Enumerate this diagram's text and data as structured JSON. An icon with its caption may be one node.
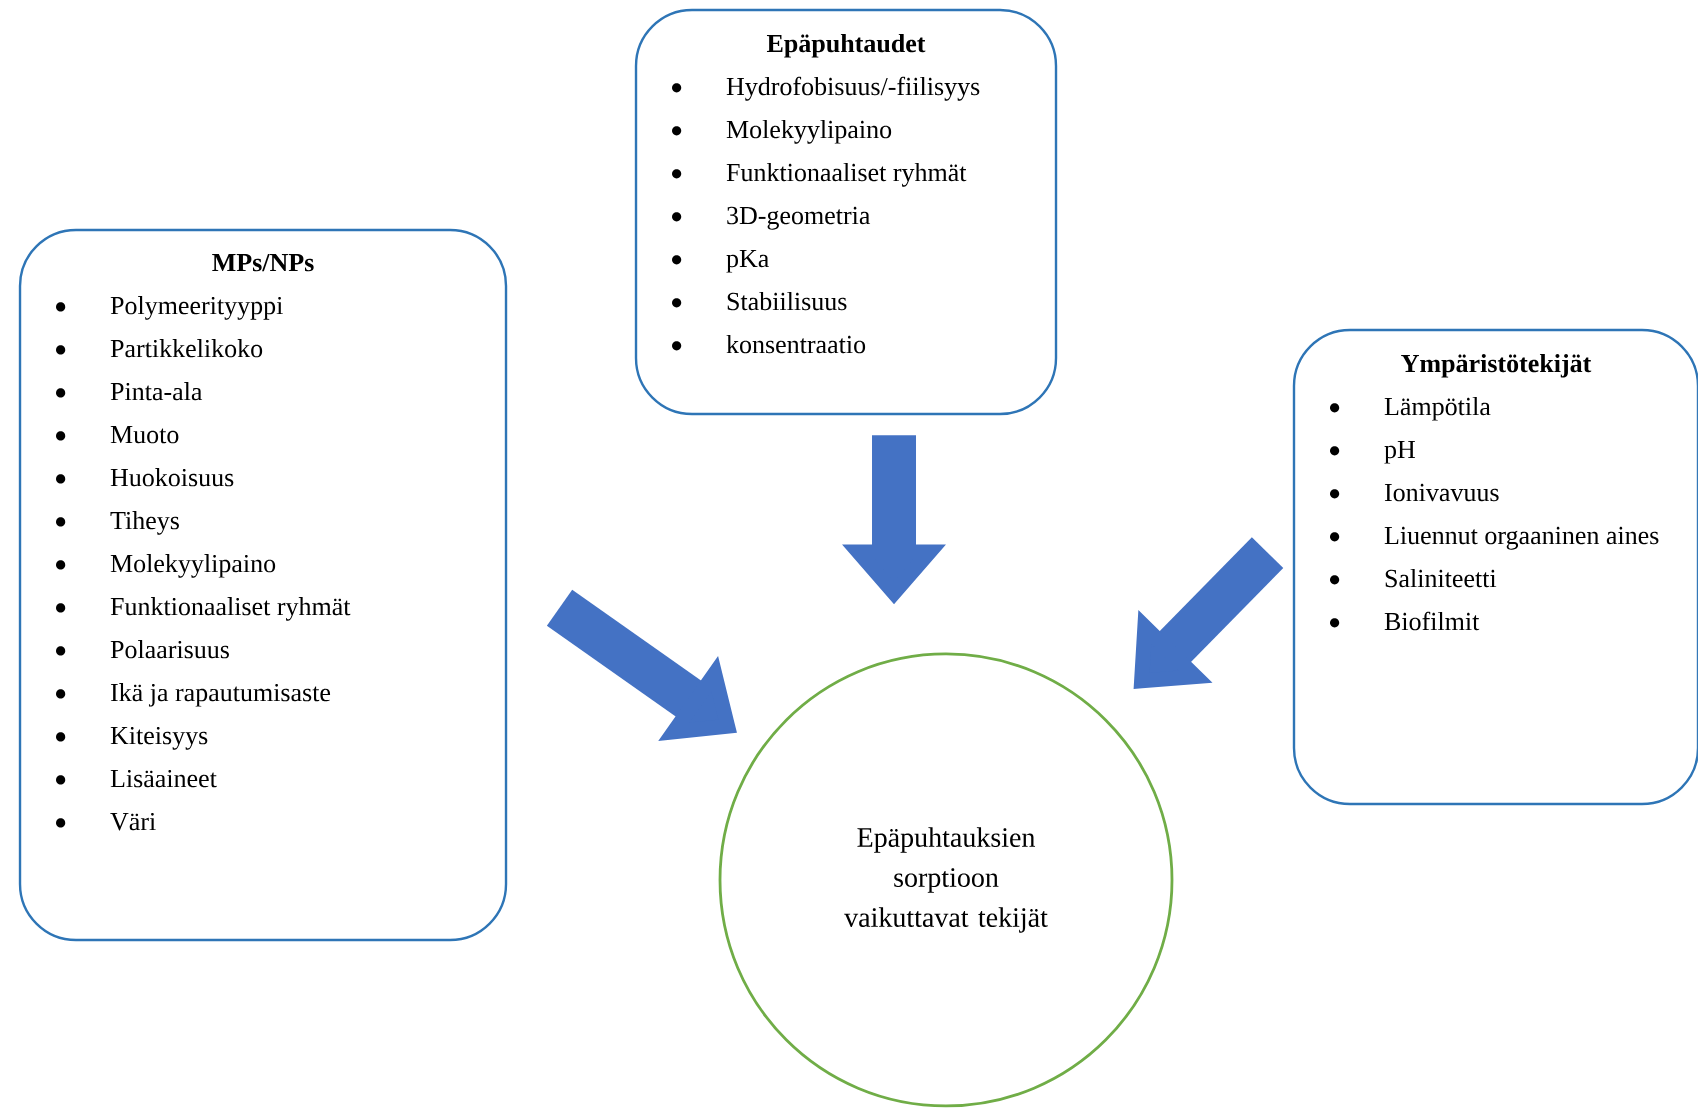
{
  "diagram": {
    "nodes": [
      {
        "text": [
          "MPs/NPs",
          "Polymeerityyppi",
          "Partikkelikoko",
          "Pinta-ala",
          "Muoto",
          "Huokoisuus",
          "Tiheys",
          "Molekyylipaino",
          "Funktionaaliset ryhmät",
          "Polaarisuus",
          "Ikä ja rapautumisaste",
          "Kiteisyys",
          "Lisäaineet",
          "Väri"
        ]
      },
      {
        "text": [
          "Epäpuhtaudet",
          "Hydrofobisuus/-fiilisyys",
          "Molekyylipaino",
          "Funktionaaliset ryhmät",
          "3D-geometria",
          "pKa",
          "Stabiilisuus",
          "konsentraatio"
        ]
      },
      {
        "text": [
          "Ympäristötekijät",
          "Lämpötila",
          "pH",
          "Ionivavuus",
          "Liuennut orgaaninen aines",
          "Saliniteetti",
          "Biofilmit"
        ]
      },
      {
        "text": [
          "Epäpuhtauksien sorptioon vaikuttavat tekijät"
        ]
      }
    ],
    "edges": [
      {
        "from": 0,
        "to": 3,
        "arrow": "to"
      },
      {
        "from": 1,
        "to": 3,
        "arrow": "to"
      },
      {
        "from": 2,
        "to": 3,
        "arrow": "to"
      }
    ]
  }
}
